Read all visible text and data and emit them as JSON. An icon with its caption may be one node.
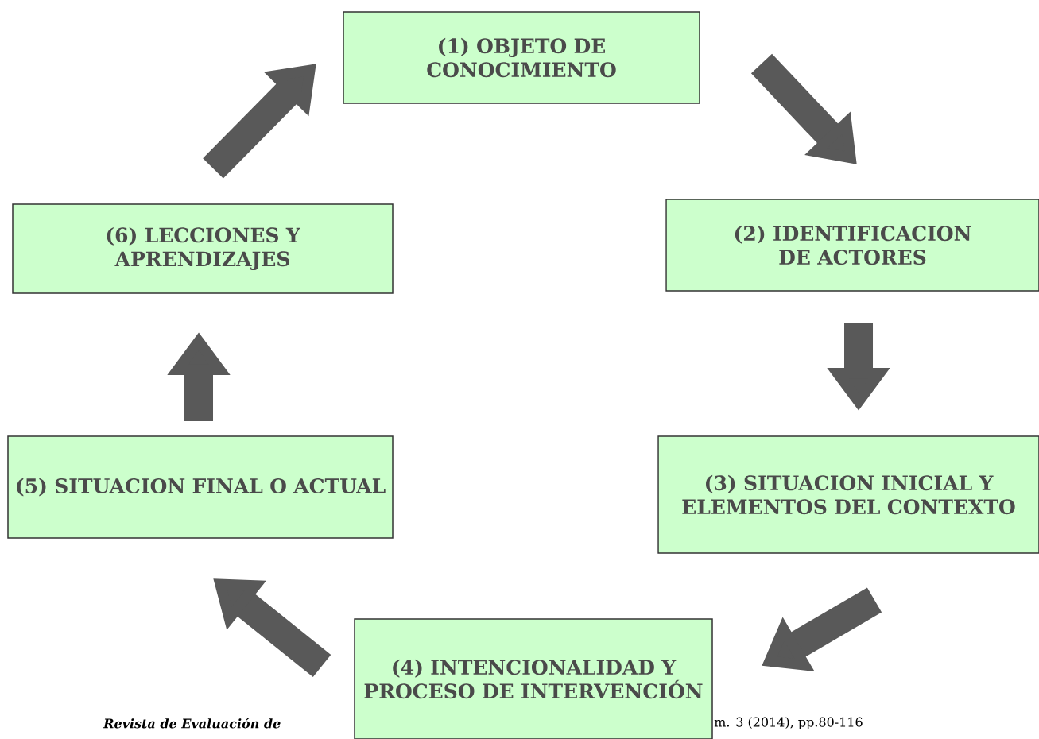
{
  "diagram": {
    "nodes": [
      {
        "text": [
          "(1) OBJETO DE CONOCIMIENTO"
        ]
      },
      {
        "text": [
          "(2) IDENTIFICACION DE ACTORES"
        ]
      },
      {
        "text": [
          "(3) SITUACION INICIAL Y ELEMENTOS DEL CONTEXTO"
        ]
      },
      {
        "text": [
          "(4) INTENCIONALIDAD Y PROCESO DE INTERVENCIÓN"
        ]
      },
      {
        "text": [
          "(5) SITUACION FINAL O ACTUAL"
        ]
      },
      {
        "text": [
          "(6) LECCIONES Y APRENDIZAJES"
        ]
      }
    ],
    "edges": [
      {
        "from": 0,
        "to": 1,
        "arrow": "to"
      },
      {
        "from": 1,
        "to": 2,
        "arrow": "to"
      },
      {
        "from": 2,
        "to": 3,
        "arrow": "to"
      },
      {
        "from": 3,
        "to": 4,
        "arrow": "to"
      },
      {
        "from": 4,
        "to": 5,
        "arrow": "to"
      },
      {
        "from": 5,
        "to": 0,
        "arrow": "to"
      }
    ],
    "labels": [
      "Revista de Evaluación de",
      "m. 3 (2014), pp.80-116"
    ]
  }
}
